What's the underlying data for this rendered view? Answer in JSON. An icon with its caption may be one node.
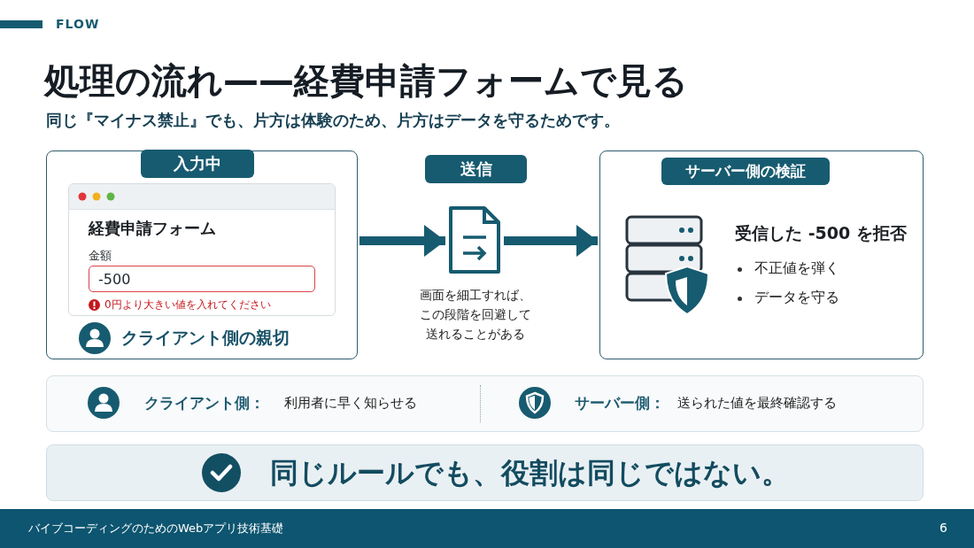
{
  "diagram": {
    "title": "処理の流れ——経費申請フォームで見る",
    "nodes": [
      {
        "text": [
          "クライアント側の親切"
        ]
      },
      {
        "text": [
          "入力中"
        ],
        "in": 0
      },
      {
        "text": [
          "経費申請フォーム",
          "金額"
        ],
        "in": 0
      },
      {
        "text": [
          "-500"
        ],
        "in": 2,
        "beside": [
          "0円より大きい値を入れてください"
        ]
      },
      {
        "text": [
          "送信"
        ]
      },
      {
        "text": [],
        "shape": "picture",
        "beside": [
          "画面を細工すれば、この段階を回避して送れることがある"
        ]
      },
      {
        "text": [
          "受信した **-500** を拒否",
          "不正値を弾く",
          "データを守る"
        ]
      },
      {
        "text": [
          "サーバー側の検証"
        ],
        "in": 6
      },
      {
        "text": [
          "クライアント側：",
          "利用者に早く知らせる",
          "サーバー側：",
          "送られた値を最終確認する"
        ]
      },
      {
        "text": [
          "同じルールでも、役割は同じではない。"
        ]
      }
    ],
    "edges": [
      {
        "from": 0,
        "to": 5,
        "arrow": "to"
      },
      {
        "from": 5,
        "to": 6,
        "arrow": "to"
      }
    ],
    "labels": [
      "FLOW",
      "同じ『マイナス禁止』でも、片方は体験のため、片方はデータを守るためです。",
      "バイブコーディングのためのWebアプリ技術基礎",
      "6"
    ]
  }
}
